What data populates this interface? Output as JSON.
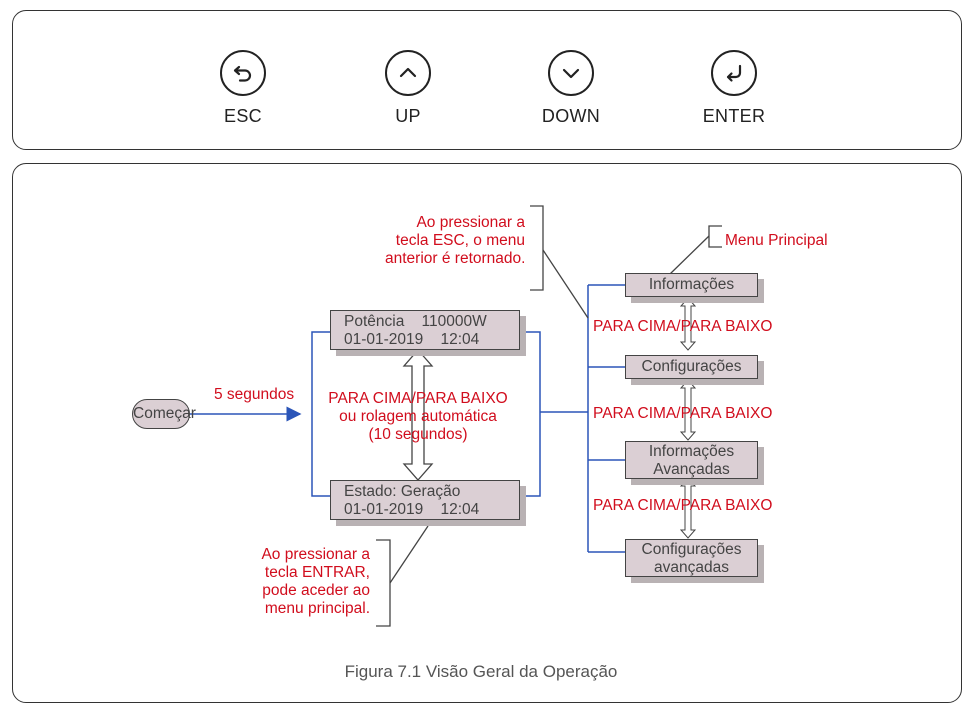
{
  "buttons": [
    {
      "label": "ESC",
      "icon": "back-arrow-icon"
    },
    {
      "label": "UP",
      "icon": "chevron-up-icon"
    },
    {
      "label": "DOWN",
      "icon": "chevron-down-icon"
    },
    {
      "label": "ENTER",
      "icon": "enter-arrow-icon"
    }
  ],
  "start": {
    "label": "Começar",
    "timer_label": "5 segundos"
  },
  "display_top": {
    "line1": "Potência    110000W",
    "line2": "01-01-2019    12:04"
  },
  "display_bottom": {
    "line1": "Estado: Geração",
    "line2": "01-01-2019    12:04"
  },
  "scroll_note": {
    "line1": "PARA CIMA/PARA BAIXO",
    "line2": "ou rolagem automática",
    "line3": "(10 segundos)"
  },
  "esc_note": {
    "line1": "Ao pressionar a",
    "line2": "tecla ESC, o menu",
    "line3": "anterior é retornado."
  },
  "enter_note": {
    "line1": "Ao pressionar a",
    "line2": "tecla ENTRAR,",
    "line3": "pode aceder ao",
    "line4": "menu principal."
  },
  "main_menu_label": "Menu Principal",
  "menu": {
    "item1": "Informações",
    "item2": "Configurações",
    "item3_line1": "Informações",
    "item3_line2": "Avançadas",
    "item4_line1": "Configurações",
    "item4_line2": "avançadas"
  },
  "nav_label": "PARA CIMA/PARA BAIXO",
  "caption": "Figura 7.1 Visão Geral da Operação",
  "colors": {
    "accent_red": "#d10d1d",
    "wire_blue": "#2b55b8",
    "box_fill": "#dbcfd4"
  }
}
